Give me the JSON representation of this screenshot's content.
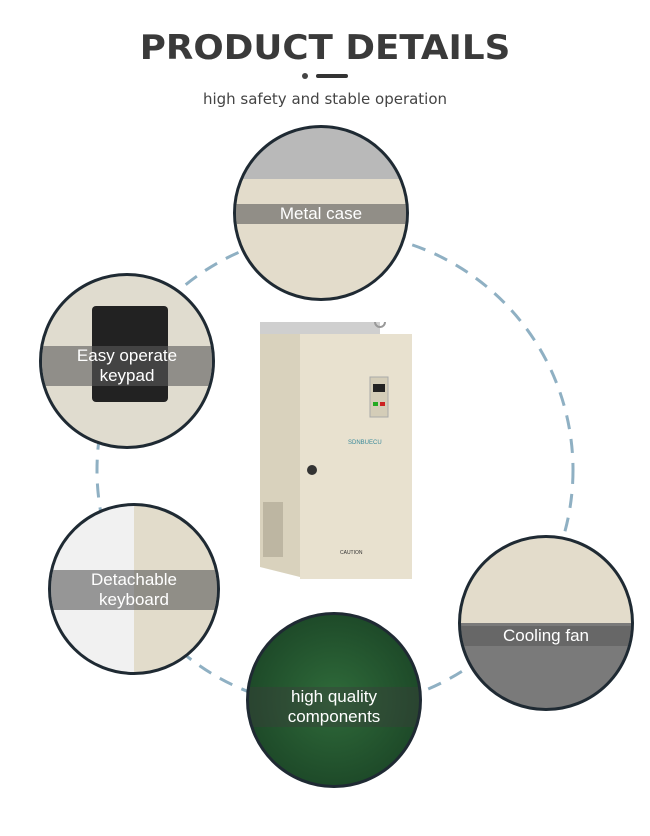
{
  "header": {
    "title": "PRODUCT DETAILS",
    "subtitle": "high safety and stable operation"
  },
  "features": [
    {
      "label": "Metal case"
    },
    {
      "label": "Easy operate keypad",
      "line1": "Easy operate",
      "line2": "keypad"
    },
    {
      "label": "Detachable keyboard",
      "line1": "Detachable",
      "line2": "keyboard"
    },
    {
      "label": "high quality components",
      "line1": "high quality",
      "line2": "components"
    },
    {
      "label": "Cooling fan"
    }
  ],
  "product": {
    "caution": "CAUTION"
  },
  "colors": {
    "case": "#e6dfcc",
    "ring": "#7fa0b5",
    "border": "#1f2a33"
  }
}
